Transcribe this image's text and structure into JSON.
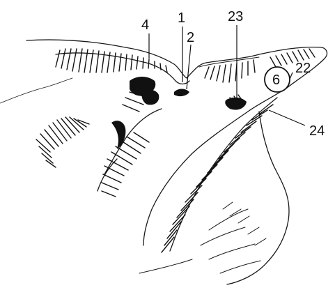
{
  "figure": {
    "labels": {
      "l1": "1",
      "l2": "2",
      "l4": "4",
      "l6": "6",
      "l22": "22",
      "l23": "23",
      "l24": "24"
    }
  }
}
